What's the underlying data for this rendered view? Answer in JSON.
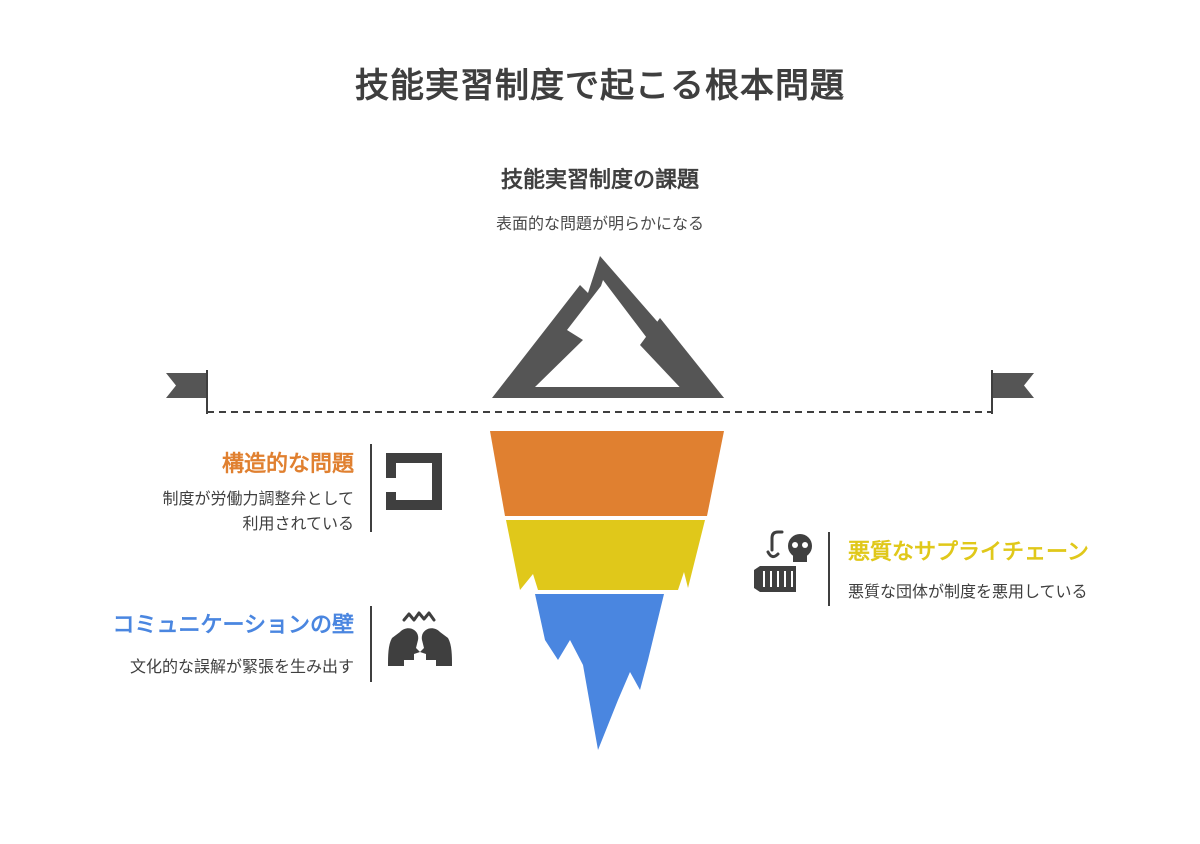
{
  "title": "技能実習制度で起こる根本問題",
  "top": {
    "heading": "技能実習制度の課題",
    "description": "表面的な問題が明らかになる"
  },
  "sections": {
    "structural": {
      "heading": "構造的な問題",
      "line1": "制度が労働力調整弁として",
      "line2": "利用されている",
      "color": "#E08030",
      "icon": "frame-icon"
    },
    "communication": {
      "heading": "コミュニケーションの壁",
      "line1": "文化的な誤解が緊張を生み出す",
      "color": "#4A86E0",
      "icon": "arguing-heads-icon"
    },
    "supply_chain": {
      "heading": "悪質なサプライチェーン",
      "line1": "悪質な団体が制度を悪用している",
      "color": "#E0C81A",
      "icon": "skull-container-icon"
    }
  },
  "colors": {
    "mountain": "#555555",
    "iceberg_top": "#E08030",
    "iceberg_middle": "#E0C81A",
    "iceberg_bottom": "#4A86E0"
  }
}
